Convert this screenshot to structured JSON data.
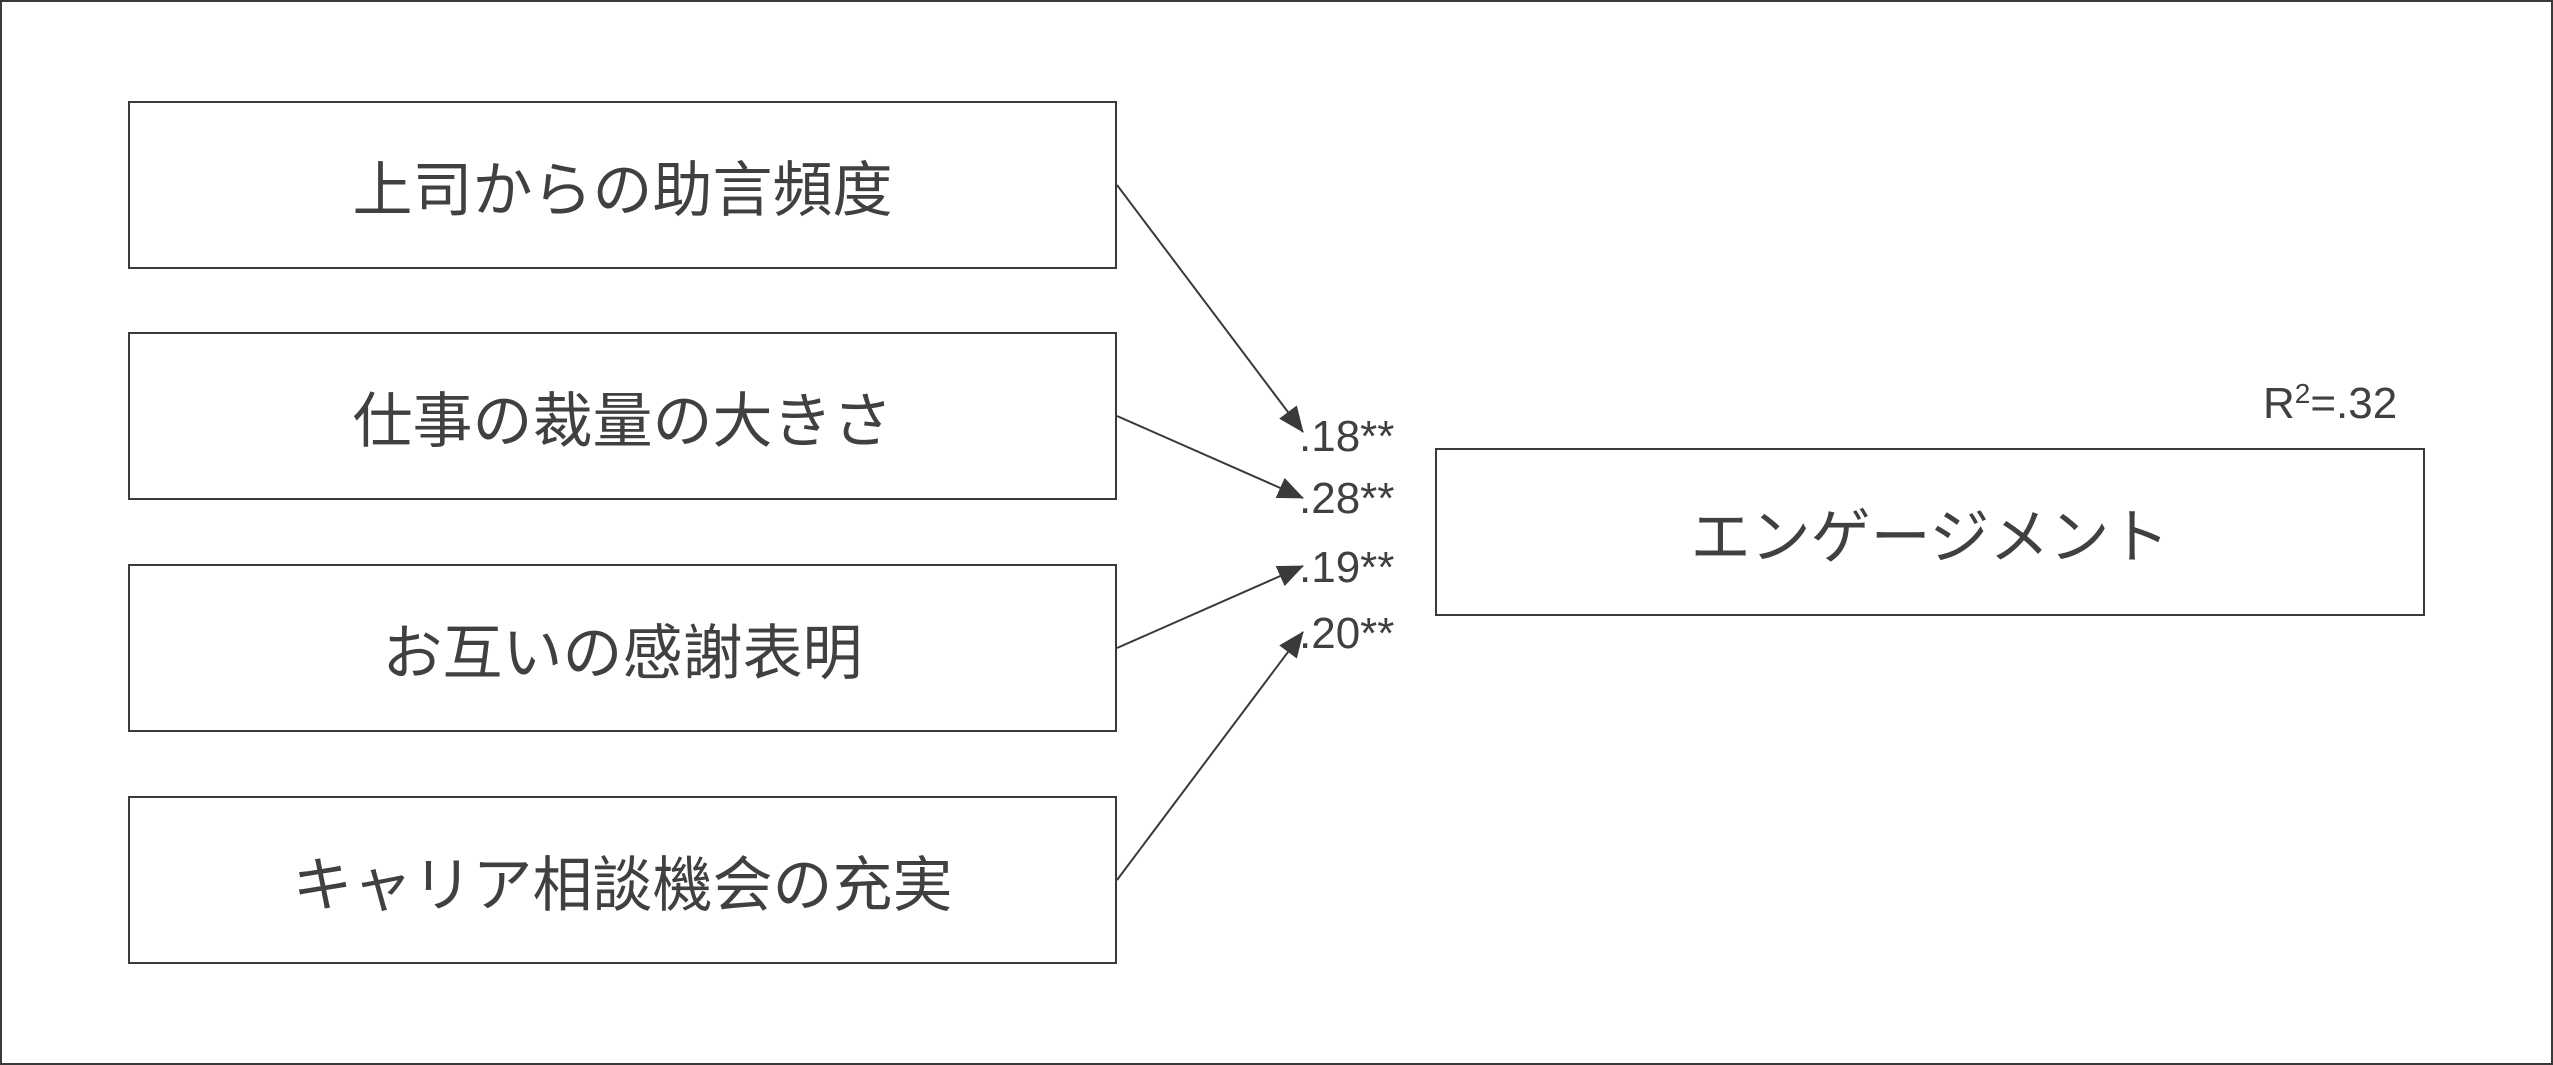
{
  "diagram": {
    "predictors": [
      {
        "label": "上司からの助言頻度",
        "coefficient": ".18**"
      },
      {
        "label": "仕事の裁量の大きさ",
        "coefficient": ".28**"
      },
      {
        "label": "お互いの感謝表明",
        "coefficient": ".19**"
      },
      {
        "label": "キャリア相談機会の充実",
        "coefficient": ".20**"
      }
    ],
    "outcome": {
      "label": "エンゲージメント",
      "r2_prefix": "R",
      "r2_sup": "2",
      "r2_value": "=.32"
    }
  },
  "colors": {
    "line": "#3a3a3a",
    "text": "#404040"
  }
}
